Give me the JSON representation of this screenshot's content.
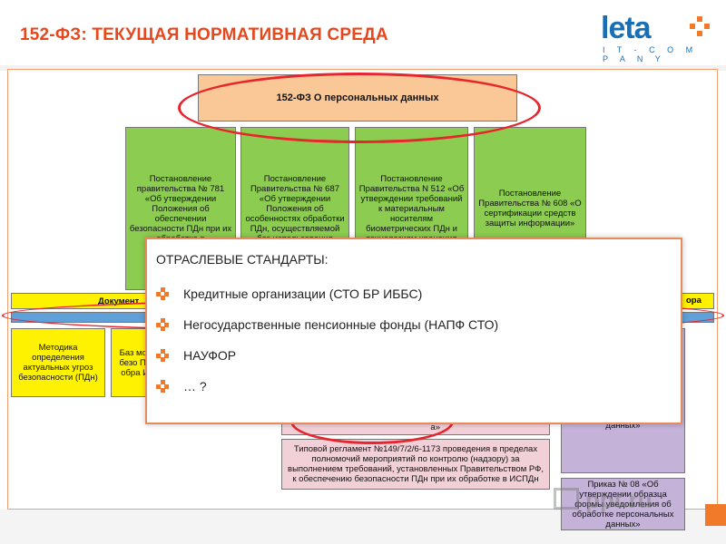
{
  "header": {
    "title": "152-ФЗ: ТЕКУЩАЯ НОРМАТИВНАЯ СРЕДА",
    "logo_word": "leta",
    "logo_sub": "I T - C O M P A N Y"
  },
  "diagram": {
    "top_box": "152-ФЗ О персональных данных",
    "green_boxes": [
      "Постановление правительства № 781 «Об утверждении Положения об обеспечении безопасности ПДн при их обработке в",
      "Постановление Правительства № 687 «Об утверждении Положения об особенностях обработки ПДн, осуществляемой без использования",
      "Постановление Правительства N 512 «Об утверждении требований к материальным носителям биометрических ПДн и технологиям хранения",
      "Постановление Правительства № 608 «О сертификации средств защиты информации»"
    ],
    "yellow_bar_left": "Документ",
    "yellow_bar_right": "ора",
    "yellow_box_1": "Методика определения актуальных угроз безопасности (ПДн)",
    "yellow_box_2": "Баз моде безо ПДн обра ИС",
    "lilac_box_1": "ере х ного ля ем обработки персональных данных требованиям законодательства РФ в области персональных данных»",
    "lilac_box_2": "Приказ № 08 «Об утверждении образца формы уведомления об обработке персональных данных»",
    "pink_box_small": "а»",
    "pink_box_main": "Типовой регламент №149/7/2/6-1173 проведения в пределах полномочий мероприятий по контролю (надзору) за выполнением требований, установленных Правительством РФ, к обеспечению безопасности ПДн при их обработке в ИСПДн"
  },
  "popup": {
    "title": "ОТРАСЛЕВЫЕ СТАНДАРТЫ:",
    "items": [
      "Кредитные организации (СТО БР ИББС)",
      "Негосударственные пенсионные фонды (НАПФ СТО)",
      "НАУФОР",
      "… ?"
    ]
  },
  "watermark": "ppt.ru",
  "colors": {
    "accent": "#e8471c",
    "brand": "#1a6fb4",
    "highlight": "#e8242c"
  }
}
